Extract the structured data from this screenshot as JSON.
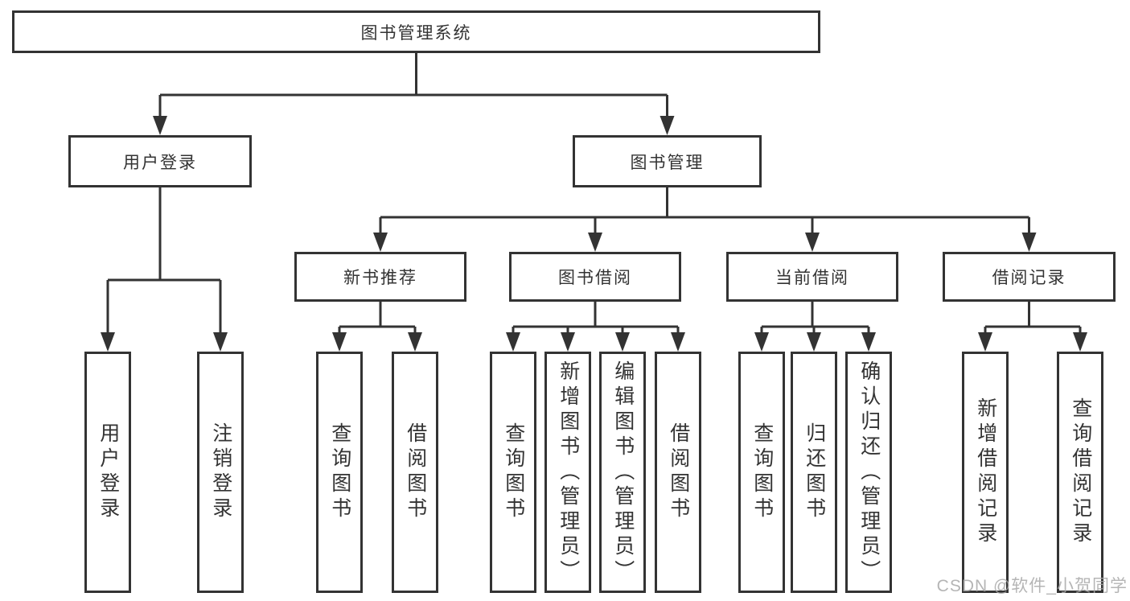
{
  "diagram": {
    "root": "图书管理系统",
    "branches": [
      {
        "label": "用户登录",
        "children": [
          "用户登录",
          "注销登录"
        ]
      },
      {
        "label": "图书管理",
        "children": [
          {
            "label": "新书推荐",
            "children": [
              "查询图书",
              "借阅图书"
            ]
          },
          {
            "label": "图书借阅",
            "children": [
              "查询图书",
              "新增图书（管理员）",
              "编辑图书（管理员）",
              "借阅图书"
            ]
          },
          {
            "label": "当前借阅",
            "children": [
              "查询图书",
              "归还图书",
              "确认归还（管理员）"
            ]
          },
          {
            "label": "借阅记录",
            "children": [
              "新增借阅记录",
              "查询借阅记录"
            ]
          }
        ]
      }
    ]
  },
  "watermark": "CSDN @软件_小贺同学",
  "colors": {
    "line": "#333333",
    "box_border": "#333333",
    "box_background": "#ffffff",
    "text": "#333333",
    "watermark": "#a8a8a8",
    "background": "#ffffff"
  }
}
